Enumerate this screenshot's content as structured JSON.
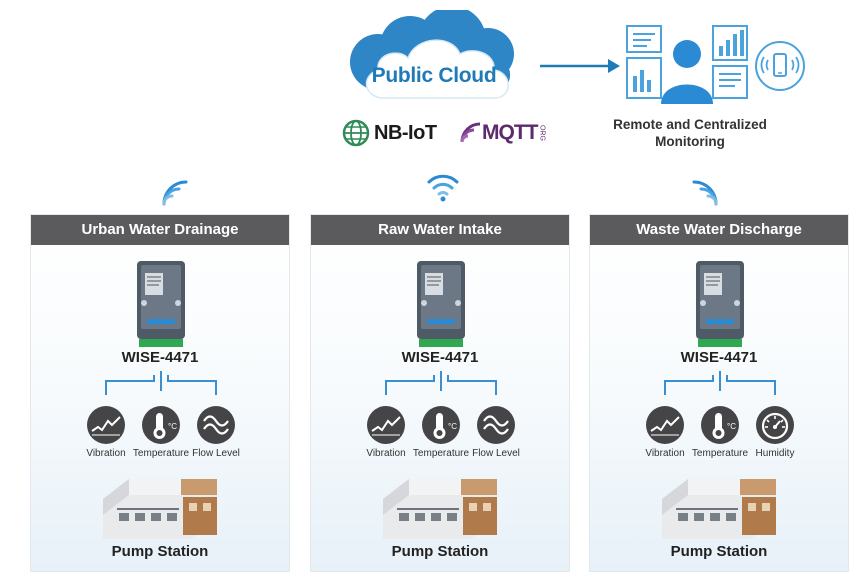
{
  "cloud": {
    "label": "Public Cloud"
  },
  "protocols": {
    "nbiot": "NB-IoT",
    "mqtt": "MQTT",
    "mqtt_suffix": "ORG"
  },
  "monitoring": {
    "caption_line1": "Remote and Centralized",
    "caption_line2": "Monitoring"
  },
  "panels": [
    {
      "title": "Urban Water Drainage",
      "device": "WISE-4471",
      "sensors": [
        {
          "label": "Vibration",
          "icon": "vibration-icon"
        },
        {
          "label": "Temperature",
          "icon": "thermometer-icon"
        },
        {
          "label": "Flow Level",
          "icon": "flow-level-icon"
        }
      ],
      "station": "Pump Station"
    },
    {
      "title": "Raw Water Intake",
      "device": "WISE-4471",
      "sensors": [
        {
          "label": "Vibration",
          "icon": "vibration-icon"
        },
        {
          "label": "Temperature",
          "icon": "thermometer-icon"
        },
        {
          "label": "Flow Level",
          "icon": "flow-level-icon"
        }
      ],
      "station": "Pump Station"
    },
    {
      "title": "Waste Water Discharge",
      "device": "WISE-4471",
      "sensors": [
        {
          "label": "Vibration",
          "icon": "vibration-icon"
        },
        {
          "label": "Temperature",
          "icon": "thermometer-icon"
        },
        {
          "label": "Humidity",
          "icon": "humidity-gauge-icon"
        }
      ],
      "station": "Pump Station"
    }
  ],
  "colors": {
    "accent": "#1f7ab8",
    "header": "#5b5b5d",
    "icon_dark": "#454547",
    "line": "#3a8fd0"
  }
}
